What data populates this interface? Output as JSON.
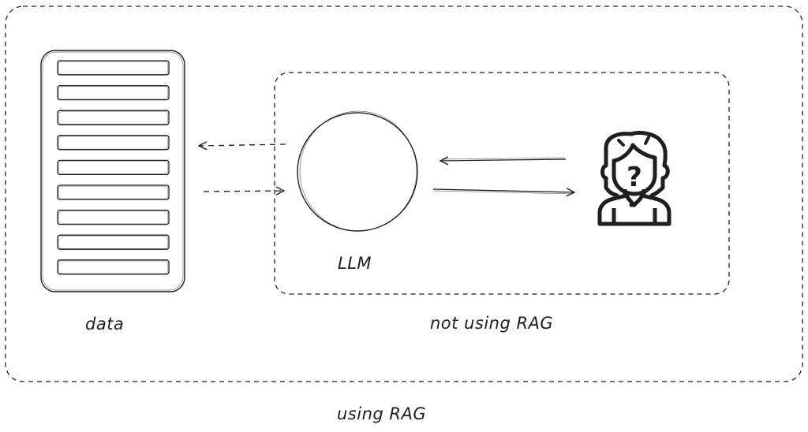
{
  "labels": {
    "data": "data",
    "llm": "LLM",
    "not_using_rag": "not using RAG",
    "using_rag": "using RAG"
  },
  "user_icon": {
    "name": "confused-user-icon",
    "symbol": "?"
  },
  "data_store": {
    "row_count": 9
  },
  "colors": {
    "stroke": "#1e1e1e",
    "background": "#ffffff"
  }
}
